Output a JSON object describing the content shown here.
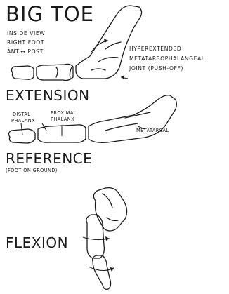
{
  "title": "BIG TOE",
  "view_notes": [
    "INSIDE VIEW",
    "RIGHT FOOT",
    "ANT.↔ POST."
  ],
  "hyperextension_note": [
    "HYPEREXTENDED",
    "METATARSOPHALANGEAL",
    "JOINT  (PUSH-OFF)"
  ],
  "sections": {
    "extension": "EXTENSION",
    "reference": "REFERENCE",
    "reference_note": "(FOOT ON GROUND)",
    "flexion": "FLEXION"
  },
  "bone_labels": {
    "distal": [
      "DISTAL",
      "PHALANX"
    ],
    "proximal": [
      "PROXIMAL",
      "PHALANX"
    ],
    "metatarsal": "METATARSAL"
  }
}
